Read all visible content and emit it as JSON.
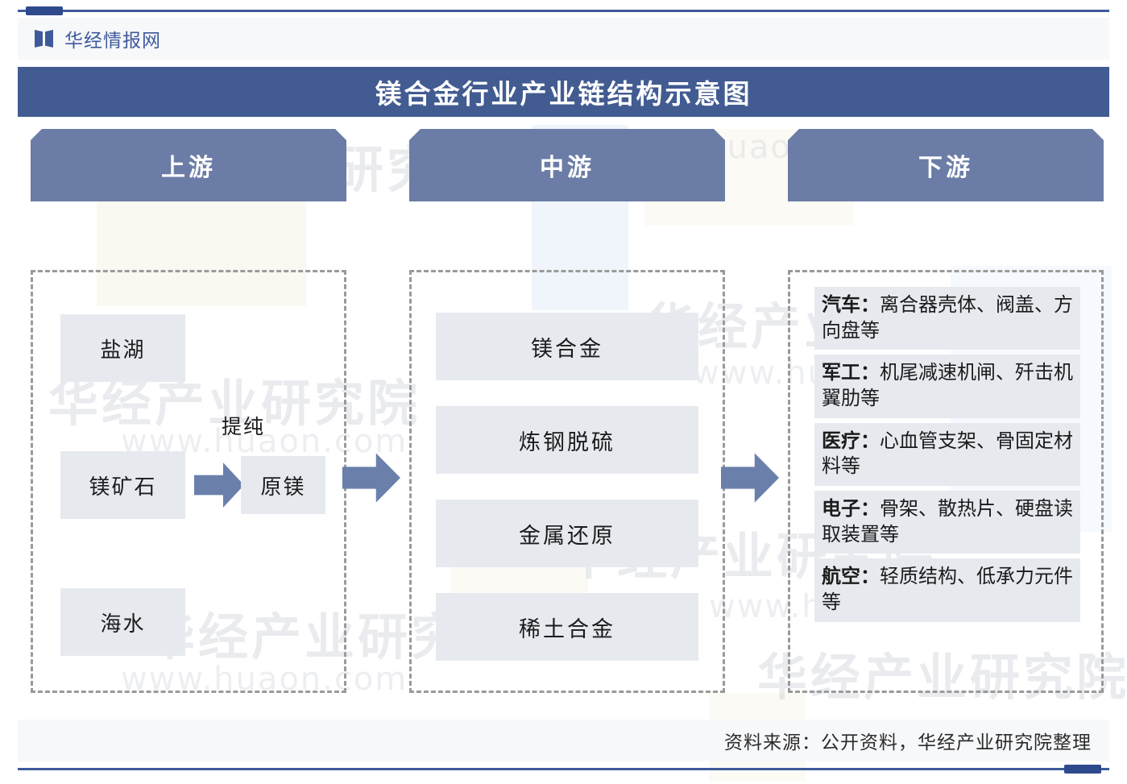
{
  "brand": {
    "name": "华经情报网",
    "logo_icon": "book-logo-icon"
  },
  "title": "镁合金行业产业链结构示意图",
  "colors": {
    "title_bar": "#425b91",
    "banner": "#6b7da6",
    "arrow": "#6a80ab",
    "node_box": "#e6eaef",
    "rule": "#3f5a9b",
    "dashed_border": "#9a9a9a"
  },
  "chain": {
    "upstream": {
      "banner": "上游",
      "sources": [
        "盐湖",
        "镁矿石",
        "海水"
      ],
      "process_label": "提纯",
      "product": "原镁"
    },
    "midstream": {
      "banner": "中游",
      "items": [
        "镁合金",
        "炼钢脱硫",
        "金属还原",
        "稀土合金"
      ]
    },
    "downstream": {
      "banner": "下游",
      "items": [
        {
          "category": "汽车：",
          "detail": "离合器壳体、阀盖、方向盘等"
        },
        {
          "category": "军工：",
          "detail": "机尾减速机闸、歼击机翼肋等"
        },
        {
          "category": "医疗：",
          "detail": "心血管支架、骨固定材料等"
        },
        {
          "category": "电子：",
          "detail": "骨架、散热片、硬盘读取装置等"
        },
        {
          "category": "航空：",
          "detail": "轻质结构、低承力元件等"
        }
      ]
    }
  },
  "footer": {
    "source": "资料来源：公开资料，华经产业研究院整理"
  },
  "watermark": {
    "primary": "华经产业研究院",
    "secondary": "www.huaon.com"
  }
}
